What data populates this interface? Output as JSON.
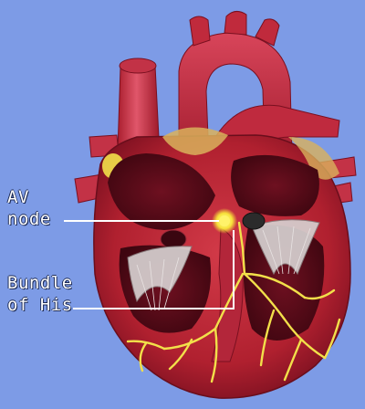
{
  "labels": {
    "av_node": [
      "AV",
      "node"
    ],
    "bundle_of_his": [
      "Bundle",
      "of His"
    ]
  },
  "colors": {
    "background": "#7d9be6",
    "muscle": "#c0283a",
    "muscle_dark": "#7e1424",
    "fat": "#d9b25c",
    "valve": "#d9d9d9",
    "conduction": "#f2e04a",
    "leader_line": "#ffffff"
  }
}
